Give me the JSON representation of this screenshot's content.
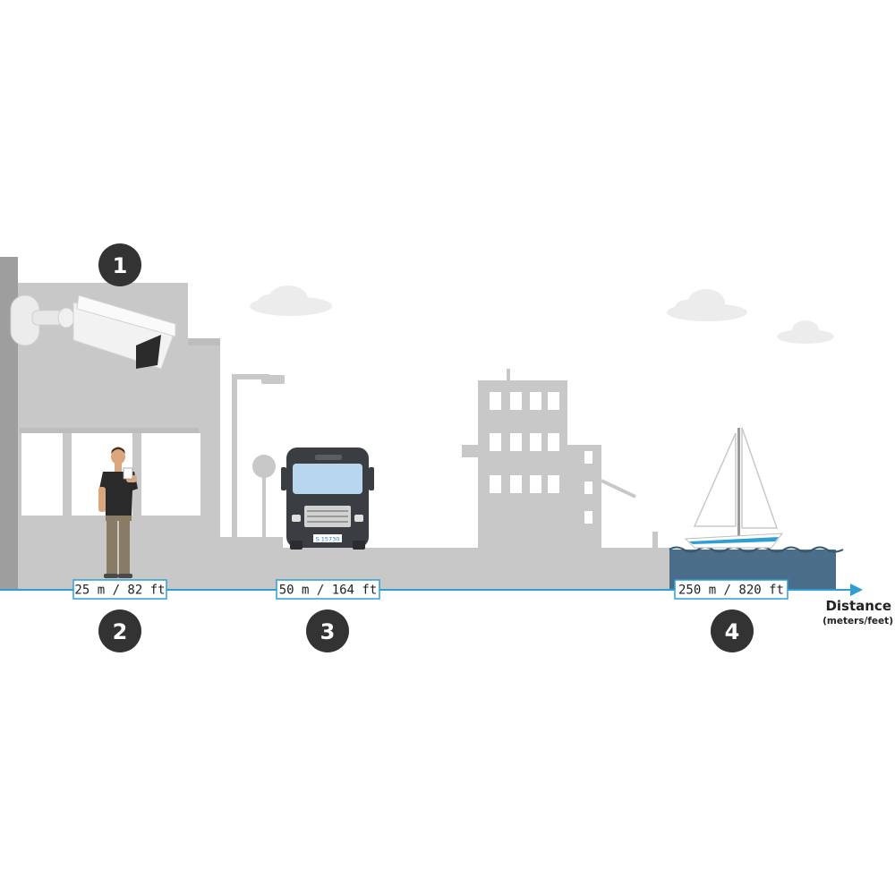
{
  "markers": [
    {
      "number": "1"
    },
    {
      "number": "2",
      "distance": "25 m / 82 ft"
    },
    {
      "number": "3",
      "distance": "50 m / 164 ft"
    },
    {
      "number": "4",
      "distance": "250 m / 820 ft"
    }
  ],
  "axis": {
    "title": "Distance",
    "subtitle": "(meters/feet)"
  },
  "bus": {
    "plate": "S 15730"
  },
  "colors": {
    "building": "#c8c8c8",
    "wall": "#9e9e9e",
    "axis": "#2e9fd3",
    "water": "#4a6e8a",
    "marker": "#333333"
  }
}
